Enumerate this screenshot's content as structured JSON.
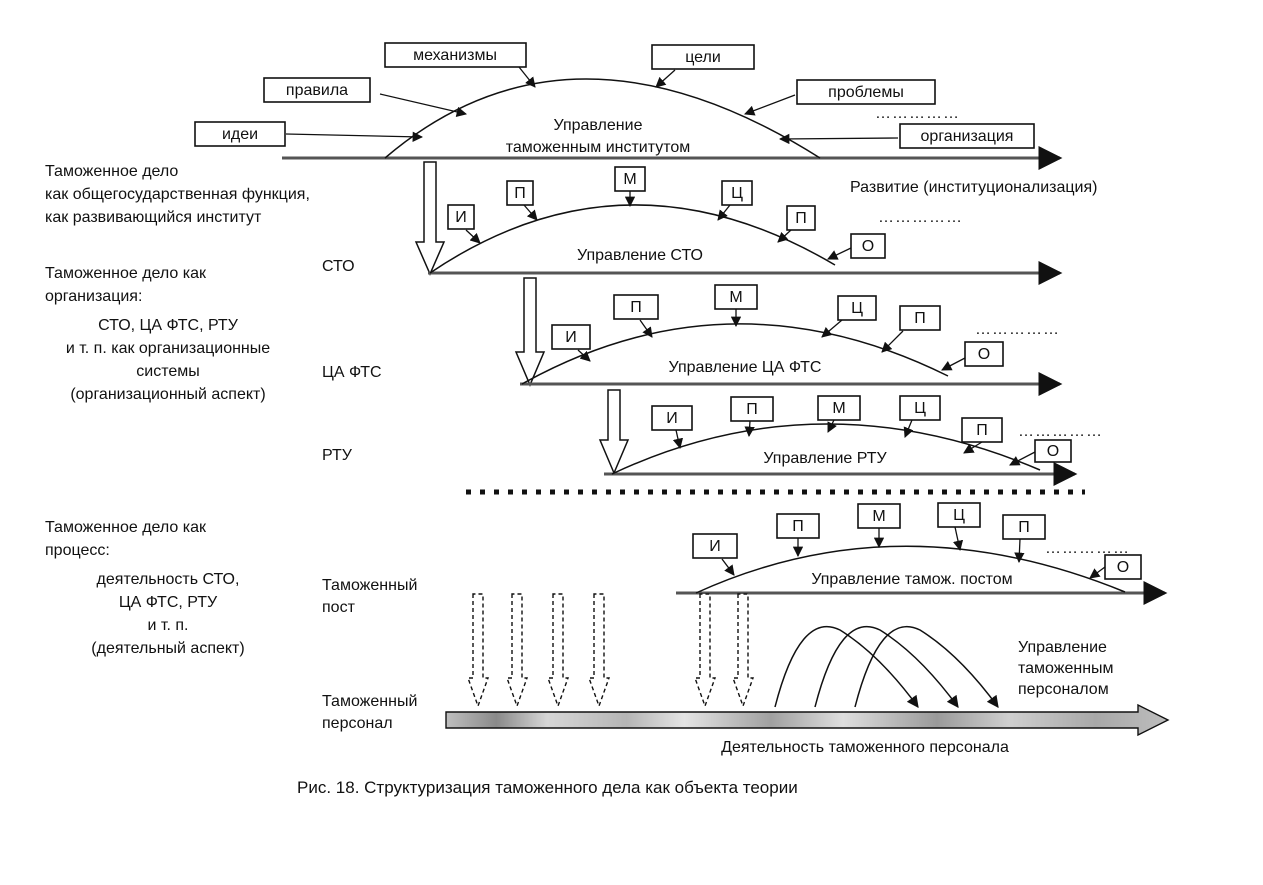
{
  "left_labels": {
    "block1": [
      "Таможенное дело",
      "как общегосударственная функция,",
      "как развивающийся институт"
    ],
    "block2_head": [
      "Таможенное дело как",
      "организация:"
    ],
    "block2_body": [
      "СТО, ЦА ФТС, РТУ",
      "и т. п. как организационные",
      "системы",
      "(организационный аспект)"
    ],
    "block3_head": [
      "Таможенное дело как",
      "процесс:"
    ],
    "block3_body": [
      "деятельность СТО,",
      "ЦА ФТС, РТУ",
      "и т. п.",
      "(деятельный аспект)"
    ]
  },
  "level_labels": {
    "sto": "СТО",
    "ca_fts": "ЦА ФТС",
    "rtu": "РТУ",
    "post": [
      "Таможенный",
      "пост"
    ],
    "personnel": [
      "Таможенный",
      "персонал"
    ]
  },
  "top_level": {
    "inputs": {
      "ideas": "идеи",
      "rules": "правила",
      "mechanisms": "механизмы",
      "goals": "цели",
      "problems": "проблемы",
      "organization": "организация"
    },
    "curve_label": [
      "Управление",
      "таможенным институтом"
    ],
    "development": "Развитие (институционализация)"
  },
  "letters": {
    "i": "И",
    "p": "П",
    "m": "М",
    "c": "Ц",
    "o": "О"
  },
  "curve_labels": {
    "sto": "Управление СТО",
    "ca_fts": "Управление ЦА ФТС",
    "rtu": "Управление РТУ",
    "post": "Управление тамож. постом"
  },
  "ellipsis": "……………",
  "personnel_mgmt": [
    "Управление",
    "таможенным",
    "персоналом"
  ],
  "personnel_activity": "Деятельность таможенного персонала",
  "caption": "Рис. 18. Структуризация таможенного дела как объекта теории"
}
